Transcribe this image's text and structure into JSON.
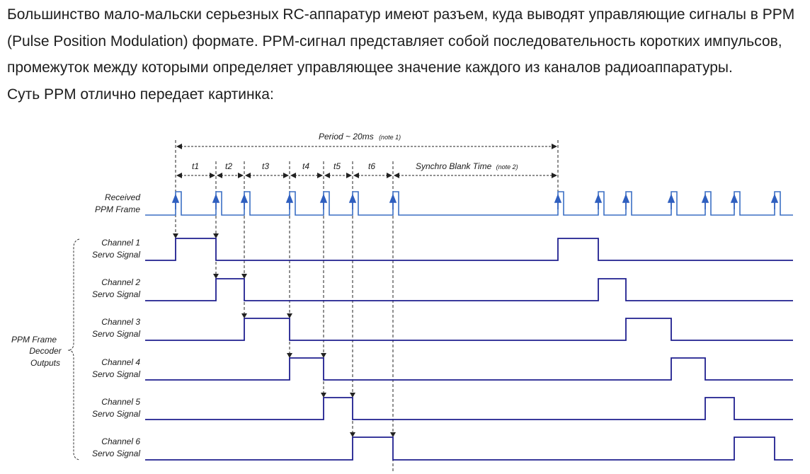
{
  "article": {
    "paragraph": "Большинство мало-мальски серьезных RC-аппаратур имеют разъем, куда выводят управляющие сигналы в PPM (Pulse Position Modulation) формате. PPM-сигнал представляет собой последовательность коротких импульсов, промежуток между которыми определяет управляющее значение каждого из каналов радиоаппаратуры.",
    "caption": "Суть PPM отлично передает картинка:"
  },
  "diagram": {
    "period_label": "Period ~ 20ms",
    "period_note": "(note 1)",
    "slots": [
      "t1",
      "t2",
      "t3",
      "t4",
      "t5",
      "t6"
    ],
    "sync_label": "Synchro Blank Time",
    "sync_note": "(note 2)",
    "ppm_label": [
      "Received",
      "PPM Frame"
    ],
    "group_label": [
      "PPM Frame",
      "Decoder",
      "Outputs"
    ],
    "channels": [
      {
        "name": "Channel 1",
        "sub": "Servo Signal"
      },
      {
        "name": "Channel 2",
        "sub": "Servo Signal"
      },
      {
        "name": "Channel 3",
        "sub": "Servo Signal"
      },
      {
        "name": "Channel 4",
        "sub": "Servo Signal"
      },
      {
        "name": "Channel 5",
        "sub": "Servo Signal"
      },
      {
        "name": "Channel 6",
        "sub": "Servo Signal"
      }
    ],
    "colors": {
      "ppm_line": "#3b6fc4",
      "arrow": "#2f5fbf",
      "servo_line": "#1f1f8f",
      "dashed": "#222222"
    }
  }
}
